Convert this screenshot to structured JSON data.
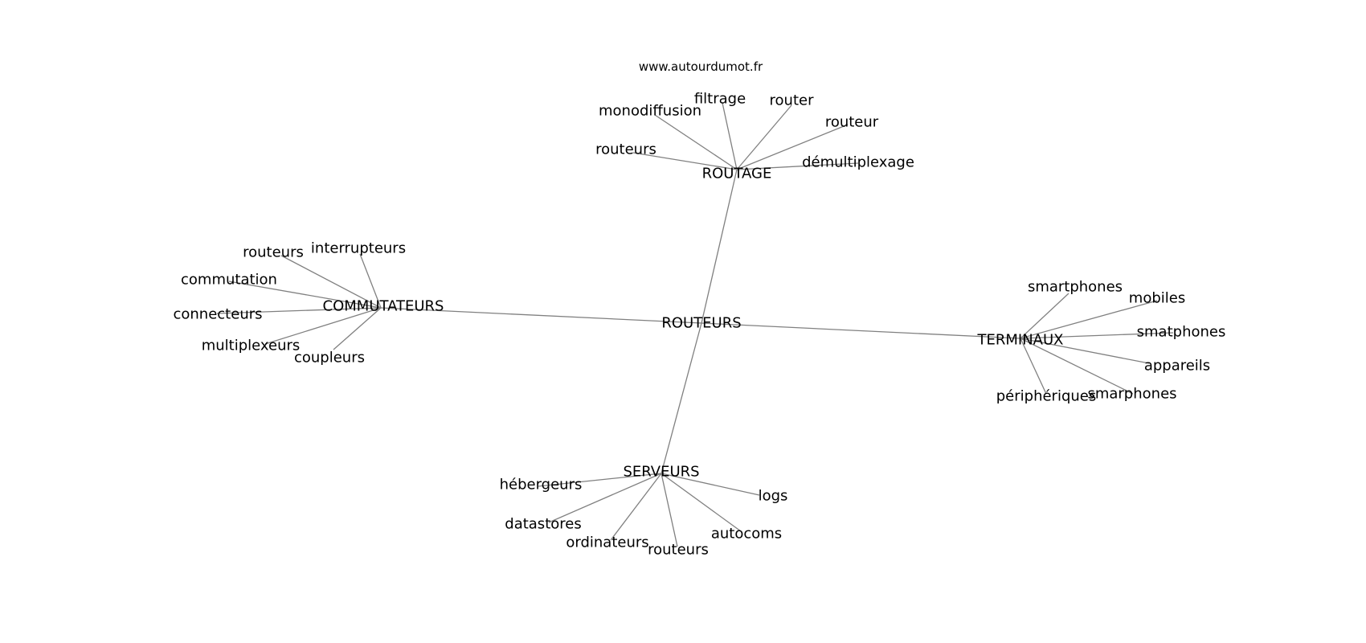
{
  "source": "www.autourdumot.fr",
  "center": "ROUTEURS",
  "groups": [
    {
      "hub": "ROUTAGE",
      "words": [
        "routeurs",
        "monodiffusion",
        "filtrage",
        "router",
        "routeur",
        "démultiplexage"
      ]
    },
    {
      "hub": "COMMUTATEURS",
      "words": [
        "routeurs",
        "interrupteurs",
        "commutation",
        "connecteurs",
        "multiplexeurs",
        "coupleurs"
      ]
    },
    {
      "hub": "TERMINAUX",
      "words": [
        "smartphones",
        "mobiles",
        "smatphones",
        "appareils",
        "smarphones",
        "périphériques"
      ]
    },
    {
      "hub": "SERVEURS",
      "words": [
        "hébergeurs",
        "logs",
        "datastores",
        "autocoms",
        "ordinateurs",
        "routeurs"
      ]
    }
  ]
}
